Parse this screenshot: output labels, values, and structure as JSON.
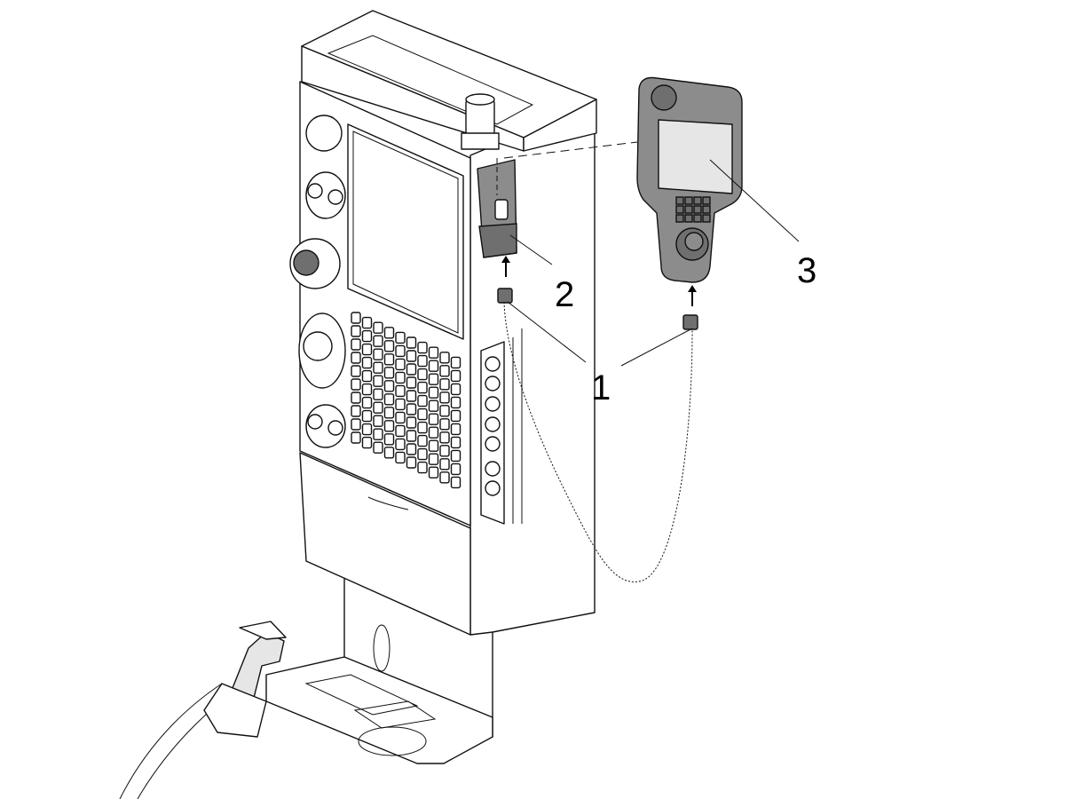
{
  "callouts": [
    {
      "label": "1"
    },
    {
      "label": "2"
    },
    {
      "label": "3"
    }
  ],
  "colors": {
    "line": "#111111",
    "pendant_body": "#8c8c8c",
    "screen": "#e6e6e6"
  }
}
